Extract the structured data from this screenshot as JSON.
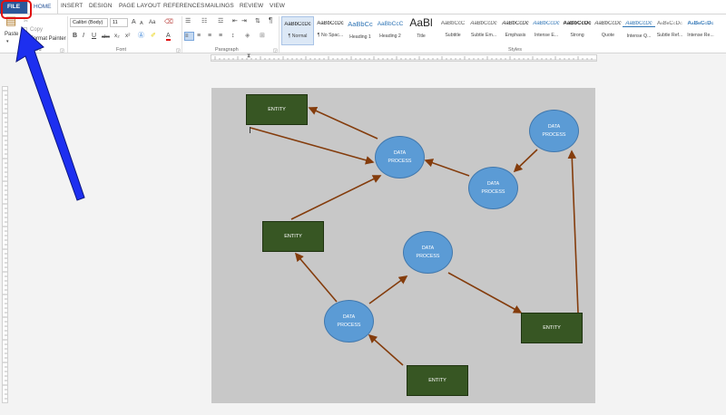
{
  "tabs": [
    "FILE",
    "HOME",
    "INSERT",
    "DESIGN",
    "PAGE LAYOUT",
    "REFERENCES",
    "MAILINGS",
    "REVIEW",
    "VIEW"
  ],
  "clipboard": {
    "label": "Clipboard",
    "paste_label": "Paste",
    "copy_label": "Copy",
    "format_painter_label": "Format Painter"
  },
  "font": {
    "label": "Font",
    "font_name": "Calibri (Body)",
    "font_size": "11",
    "bold": "B",
    "italic": "I",
    "underline": "U",
    "strikethrough": "abc",
    "subscript": "x₂",
    "superscript": "x²",
    "grow_font": "A",
    "shrink_font": "A",
    "change_case": "Aa",
    "font_color": "A"
  },
  "paragraph": {
    "label": "Paragraph",
    "show_marks": "¶"
  },
  "styles": {
    "label": "Styles",
    "items": [
      {
        "sample": "AaBbCcDc",
        "name": "¶ Normal"
      },
      {
        "sample": "AaBbCcDc",
        "name": "¶ No Spac..."
      },
      {
        "sample": "AaBbCc",
        "name": "Heading 1"
      },
      {
        "sample": "AaBbCcC",
        "name": "Heading 2"
      },
      {
        "sample": "AaBl",
        "name": "Title"
      },
      {
        "sample": "AaBbCcC",
        "name": "Subtitle"
      },
      {
        "sample": "AaBbCcDc",
        "name": "Subtle Em..."
      },
      {
        "sample": "AaBbCcDc",
        "name": "Emphasis"
      },
      {
        "sample": "AaBbCcDc",
        "name": "Intense E..."
      },
      {
        "sample": "AaBbCcDc",
        "name": "Strong"
      },
      {
        "sample": "AaBbCcDc",
        "name": "Quote"
      },
      {
        "sample": "AaBbCcDc",
        "name": "Intense Q..."
      },
      {
        "sample": "AaBbCcDc",
        "name": "Subtle Ref..."
      },
      {
        "sample": "AaBbCcDc",
        "name": "Intense Re..."
      }
    ]
  },
  "diagram": {
    "entities": [
      "ENTITY",
      "ENTITY",
      "ENTITY",
      "ENTITY"
    ],
    "processes": [
      "DATA PROCESS",
      "DATA PROCESS",
      "DATA PROCESS",
      "DATA PROCESS",
      "DATA PROCESS"
    ]
  },
  "colors": {
    "file_tab": "#2b579a",
    "entity_fill": "#375623",
    "process_fill": "#5b9bd5",
    "arrow": "#843c0c",
    "canvas_bg": "#c8c8c8",
    "highlight": "#e01010",
    "pointer": "#1d2ff0"
  }
}
